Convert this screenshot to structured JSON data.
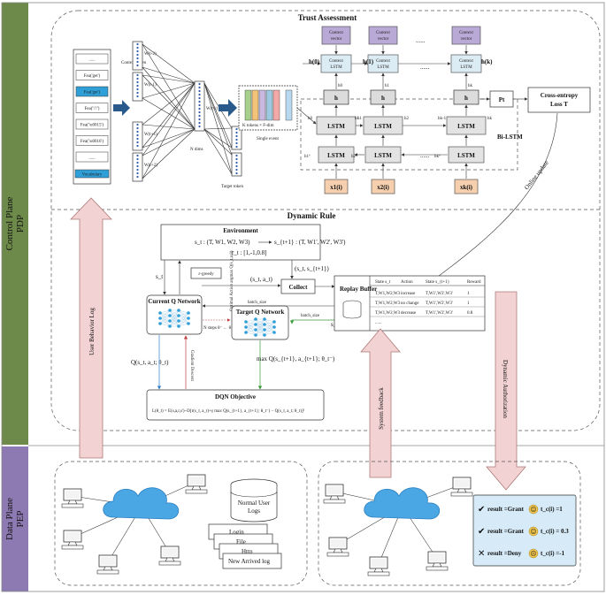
{
  "side_labels": {
    "control_plane": "Control Plane",
    "pdp": "PDP",
    "data_plane": "Data Plane",
    "pep": "PEP"
  },
  "trust_assessment": {
    "title": "Trust Assessment",
    "word_list": [
      "......",
      "Fea('get')",
      "Fea('get')",
      "Fea('\\'\\'')",
      "Fea('\\u0015')",
      "Fea('\\u0016')",
      "......"
    ],
    "vocabulary": "Vocabulary",
    "context_token": "Context token",
    "target_token": "Target token",
    "n_dims": "N dims",
    "w_labels": [
      "W(t-2)",
      "W(t-1)",
      "W(t+1)",
      "W(t+2)"
    ],
    "w_center": "W(t-c)",
    "tokens_note": "K tokens × F-dim",
    "single_event": "Single event",
    "context_vector": "Context vector",
    "context_lstm": "Context LSTM",
    "lstm": "LSTM",
    "h": "h",
    "pt": "Pt",
    "loss": "Cross-entropy Loss T",
    "bi_lstm": "Bi-LSTM",
    "ellipsis": "......",
    "h0_top": "h(0)",
    "h1_top": "h(1)",
    "hk_top": "h(k)",
    "x_labels": [
      "x1(i)",
      "x2(i)",
      "xk(i)"
    ]
  },
  "online_update": "Online update",
  "dynamic_rule": {
    "title": "Dynamic Rule",
    "environment": "Environment",
    "state_t": "s_t : (T, W1, W2, W3)",
    "state_next": "s_{t+1} : (T, W1', W2', W3')",
    "reward": "r_t : [1,-1,0.8]",
    "st": "s_t",
    "st_at": "(s_t, a_t)",
    "st_st1": "(s_t, s_{t+1})",
    "epsilon": "ε-greedy",
    "optimal_action": "Optimal Action argmax Q(s_t,a;θ)",
    "collect": "Collect",
    "current_q": "Current Q Network",
    "target_q": "Target Q Network",
    "batch_size": "batch_size",
    "n_steps": "N steps θ⁻ ← θ",
    "st1": "s_{t+1}",
    "q_current": "Q(s_t, a_t; θ_t)",
    "gradient_descent": "Gradient Descent",
    "max_q": "max Q(s_{t+1}, a_{t+1}; θ_t⁻)",
    "dqn_title": "DQN Objective",
    "dqn_formula": "L(θ_t) = E(s,a,r,s')~D[r(s_t, a_t)+γ max Q(s_{t+1}, a_{t+1}; θ_t⁻) − Q(s_t, a_t; θ_t)]²",
    "replay_buffer": "Replay Buffer",
    "table_headers": [
      "State s_t",
      "Action",
      "State s_{t+1}",
      "Reward"
    ],
    "table_rows": [
      [
        "T,W1,W2,W3",
        "increase",
        "T,W1',W2',W3'",
        "1"
      ],
      [
        "T,W1,W2,W3",
        "no change",
        "T,W1',W2',W3'",
        "1"
      ],
      [
        "T,W1,W2,W3",
        "decrease",
        "T,W1',W2',W3'",
        "0.8"
      ],
      [
        "......",
        "",
        "",
        ""
      ]
    ]
  },
  "arrows": {
    "user_behavior_log": "User Behavior Log",
    "system_feedback": "System feedback",
    "dynamic_authorization": "Dynamic Authorization"
  },
  "data_plane": {
    "normal_user_logs": "Normal User Logs",
    "login": "Login",
    "file": "File",
    "http": "Http",
    "new_arrived_log": "New Arrived log",
    "results": [
      {
        "mark": "✔",
        "text": "result =Grant",
        "face": "☺",
        "value": "t_c(i) =1"
      },
      {
        "mark": "✔",
        "text": "result =Grant",
        "face": "☺",
        "value": "t_c(i) = 0.3"
      },
      {
        "mark": "✕",
        "text": "result =Deny",
        "face": "☹",
        "value": "t_c(i) =-1"
      }
    ]
  },
  "colors": {
    "side_band": "#6e8a4a",
    "pep_band": "#8e7ab2",
    "arrow_fill": "#f2d2d2",
    "arrow_stroke": "#b07a7a",
    "lstm_blue": "#dcecf4",
    "context_purple": "#b9a9d6",
    "input_orange": "#f6cfae",
    "result_panel": "#d6ebf7",
    "node_blue": "#2f9fd8"
  }
}
